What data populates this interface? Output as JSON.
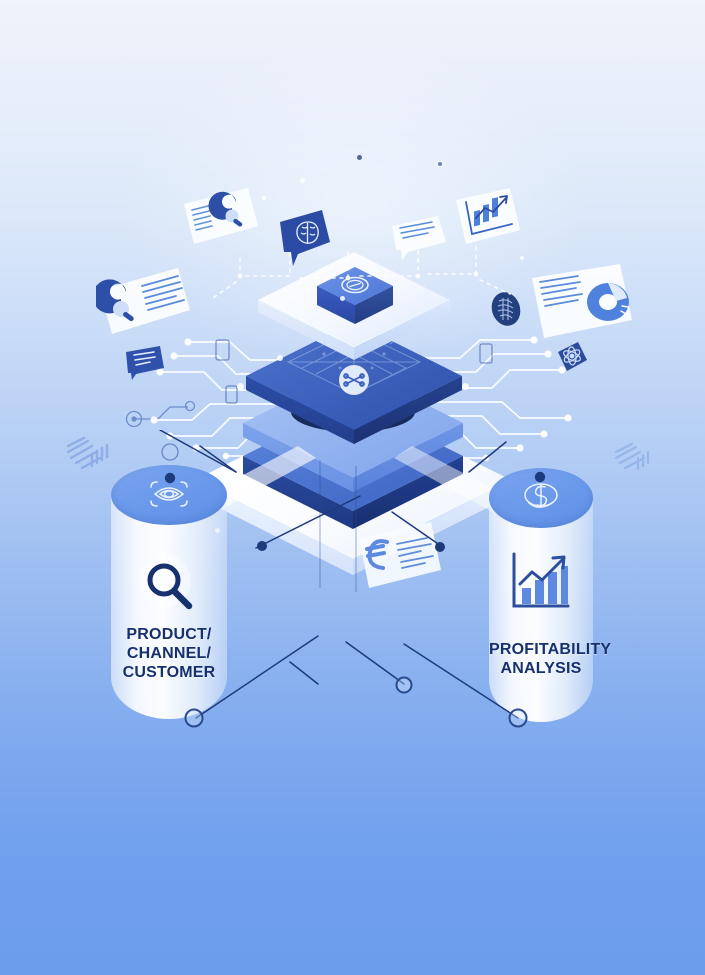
{
  "illustration": {
    "title": "Isometric data-platform infographic",
    "background": {
      "top_color": "#eff3fa",
      "bottom_color": "#6c9ded"
    },
    "palette": {
      "navy_text": "#17306e",
      "deep_blue": "#2b4b9b",
      "mid_blue": "#4a7fd6",
      "light_blue": "#7ba5ef",
      "white": "#ffffff",
      "connector": "#2a4a8f"
    }
  },
  "pillars": [
    {
      "id": "left",
      "label_lines": [
        "PRODUCT/",
        "CHANNEL/",
        "CUSTOMER"
      ],
      "label": "PRODUCT/ CHANNEL/ CUSTOMER",
      "top_badge_icon": "fingerprint-scan-icon",
      "body_icon": "magnifier-search-icon"
    },
    {
      "id": "right",
      "label_lines": [
        "PROFITABILITY",
        "ANALYSIS"
      ],
      "label": "PROFITABILITY ANALYSIS",
      "top_badge_icon": "money-hand-icon",
      "body_icon": "bar-chart-growth-icon"
    }
  ],
  "core_stack": {
    "top_cube_icon": "shield-badge-icon",
    "layers": [
      {
        "name": "top-plate",
        "icon": "shield-badge-icon",
        "color": "#f4f7fd"
      },
      {
        "name": "processing-plate",
        "icon": "network-node-icon",
        "color": "#3a5db0"
      },
      {
        "name": "mid-plate",
        "icon": "",
        "color": "#6f9aea"
      },
      {
        "name": "bottom-plate",
        "icon": "",
        "color": "#2e4fa2"
      },
      {
        "name": "base-platform",
        "icon": "",
        "color": "#ffffff"
      }
    ]
  },
  "floating_cards": [
    {
      "id": "card-search-left",
      "icon": "magnifier-search-icon",
      "text_lines": 5
    },
    {
      "id": "card-search-top",
      "icon": "magnifier-search-icon",
      "text_lines": 5
    },
    {
      "id": "card-chat-small",
      "icon": "chat-lines-icon",
      "text_lines": 3
    },
    {
      "id": "card-brain-bubble",
      "icon": "brain-speech-bubble-icon",
      "text_lines": 0
    },
    {
      "id": "card-message",
      "icon": "message-lines-icon",
      "text_lines": 3
    },
    {
      "id": "card-bar-chart",
      "icon": "bar-chart-growth-icon",
      "text_lines": 0
    },
    {
      "id": "card-donut",
      "icon": "donut-chart-icon",
      "text_lines": 5
    },
    {
      "id": "card-euro",
      "icon": "euro-currency-icon",
      "text_lines": 5
    },
    {
      "id": "chip-brain",
      "icon": "brain-chip-icon",
      "text_lines": 0
    },
    {
      "id": "chip-atom",
      "icon": "atom-chip-icon",
      "text_lines": 0
    }
  ],
  "decorations": {
    "barcode_left": "barcode-mark",
    "barcode_right": "barcode-mark",
    "circuit_board": "circuit-traces",
    "endpoint_nodes": 4
  }
}
